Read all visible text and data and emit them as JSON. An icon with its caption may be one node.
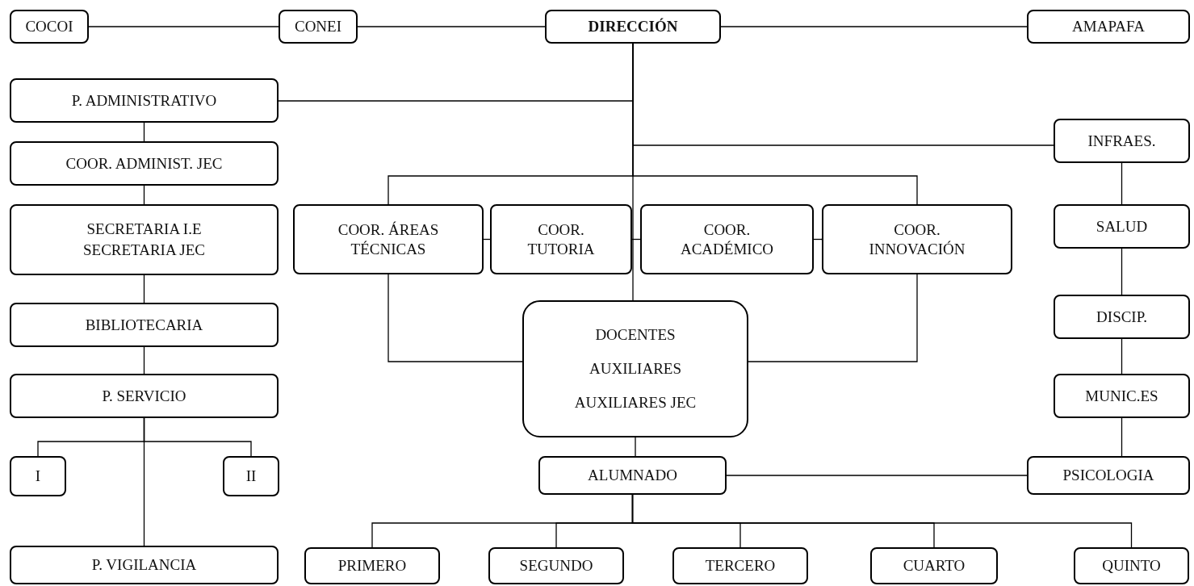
{
  "diagram": {
    "nodes": [
      {
        "text": [
          "COCOI"
        ]
      },
      {
        "text": [
          "CONEI"
        ]
      },
      {
        "text": [
          "DIRECCIÓN"
        ]
      },
      {
        "text": [
          "AMAPAFA"
        ]
      },
      {
        "text": [
          "P. ADMINISTRATIVO"
        ]
      },
      {
        "text": [
          "COOR. ADMINIST. JEC"
        ]
      },
      {
        "text": [
          "SECRETARIA I.E",
          "SECRETARIA JEC"
        ]
      },
      {
        "text": [
          "BIBLIOTECARIA"
        ]
      },
      {
        "text": [
          "P. SERVICIO"
        ]
      },
      {
        "text": [
          "I"
        ]
      },
      {
        "text": [
          "II"
        ]
      },
      {
        "text": [
          "P. VIGILANCIA"
        ]
      },
      {
        "text": [
          "COOR. ÁREAS TÉCNICAS"
        ]
      },
      {
        "text": [
          "COOR. TUTORIA"
        ]
      },
      {
        "text": [
          "COOR. ACADÉMICO"
        ]
      },
      {
        "text": [
          "COOR. INNOVACIÓN"
        ]
      },
      {
        "text": [
          "DOCENTES",
          "AUXILIARES",
          "AUXILIARES JEC"
        ]
      },
      {
        "text": [
          "ALUMNADO"
        ]
      },
      {
        "text": [
          "INFRAES."
        ]
      },
      {
        "text": [
          "SALUD"
        ]
      },
      {
        "text": [
          "DISCIP."
        ]
      },
      {
        "text": [
          "MUNIC.ES"
        ]
      },
      {
        "text": [
          "PSICOLOGIA"
        ]
      },
      {
        "text": [
          "PRIMERO"
        ]
      },
      {
        "text": [
          "SEGUNDO"
        ]
      },
      {
        "text": [
          "TERCERO"
        ]
      },
      {
        "text": [
          "CUARTO"
        ]
      },
      {
        "text": [
          "QUINTO"
        ]
      }
    ],
    "edges": [
      {
        "from": 0,
        "to": 1,
        "arrow": "none"
      },
      {
        "from": 1,
        "to": 2,
        "arrow": "none"
      },
      {
        "from": 2,
        "to": 3,
        "arrow": "none"
      },
      {
        "from": 2,
        "to": 16,
        "arrow": "none"
      },
      {
        "from": 2,
        "to": 4,
        "arrow": "none"
      },
      {
        "from": 2,
        "to": 18,
        "arrow": "none"
      },
      {
        "from": 2,
        "to": 12,
        "arrow": "none"
      },
      {
        "from": 2,
        "to": 15,
        "arrow": "none"
      },
      {
        "from": 12,
        "to": 13,
        "arrow": "none"
      },
      {
        "from": 13,
        "to": 14,
        "arrow": "none"
      },
      {
        "from": 14,
        "to": 15,
        "arrow": "none"
      },
      {
        "from": 12,
        "to": 16,
        "arrow": "none"
      },
      {
        "from": 15,
        "to": 16,
        "arrow": "none"
      },
      {
        "from": 4,
        "to": 5,
        "arrow": "none"
      },
      {
        "from": 5,
        "to": 6,
        "arrow": "none"
      },
      {
        "from": 6,
        "to": 7,
        "arrow": "none"
      },
      {
        "from": 7,
        "to": 8,
        "arrow": "none"
      },
      {
        "from": 8,
        "to": 9,
        "arrow": "none"
      },
      {
        "from": 8,
        "to": 10,
        "arrow": "none"
      },
      {
        "from": 8,
        "to": 11,
        "arrow": "none"
      },
      {
        "from": 18,
        "to": 19,
        "arrow": "none"
      },
      {
        "from": 19,
        "to": 20,
        "arrow": "none"
      },
      {
        "from": 20,
        "to": 21,
        "arrow": "none"
      },
      {
        "from": 21,
        "to": 22,
        "arrow": "none"
      },
      {
        "from": 16,
        "to": 17,
        "arrow": "none"
      },
      {
        "from": 22,
        "to": 17,
        "arrow": "none"
      },
      {
        "from": 17,
        "to": 23,
        "arrow": "none"
      },
      {
        "from": 17,
        "to": 24,
        "arrow": "none"
      },
      {
        "from": 17,
        "to": 25,
        "arrow": "none"
      },
      {
        "from": 17,
        "to": 26,
        "arrow": "none"
      },
      {
        "from": 17,
        "to": 27,
        "arrow": "none"
      }
    ]
  }
}
